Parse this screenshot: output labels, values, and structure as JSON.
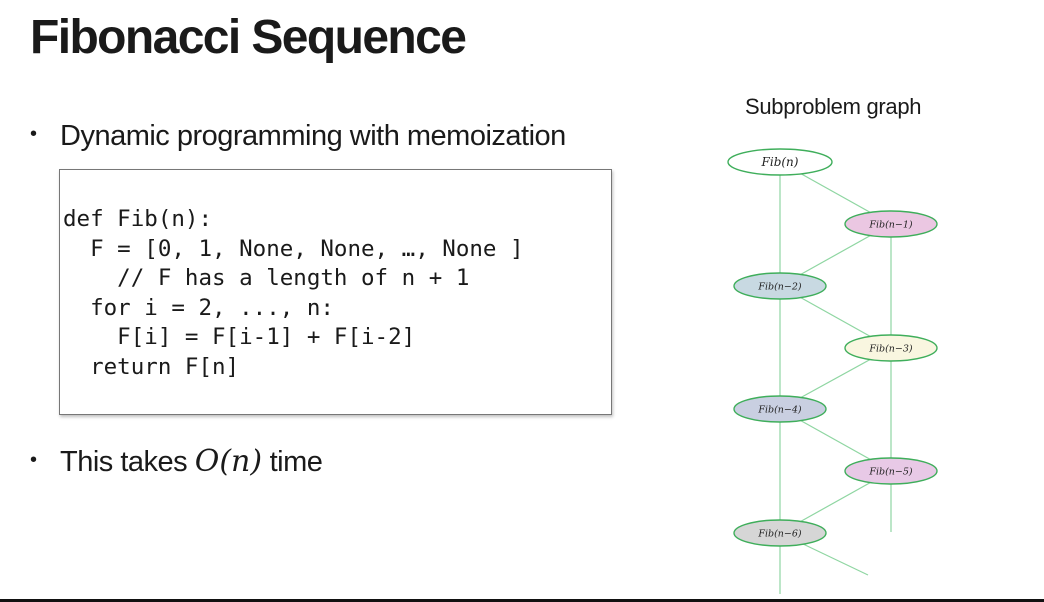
{
  "slide": {
    "title": "Fibonacci Sequence",
    "bullets": [
      {
        "text": "Dynamic programming with memoization"
      },
      {
        "prefix": "This takes ",
        "math": "O(n)",
        "suffix": " time"
      }
    ],
    "bullet_marker": "•"
  },
  "code": {
    "lines": [
      "def Fib(n):",
      "  F = [0, 1, None, None, …, None ]",
      "    // F has a length of n + 1",
      "  for i = 2, ..., n:",
      "    F[i] = F[i-1] + F[i-2]",
      "  return F[n]"
    ]
  },
  "graph": {
    "title": "Subproblem graph",
    "edge_color": "#8fd6a2",
    "nodes": [
      {
        "id": "n0",
        "label": "Fib(n)",
        "fill": "#ffffff"
      },
      {
        "id": "n1",
        "label": "Fib(n−1)",
        "fill": "#ebc7e2"
      },
      {
        "id": "n2",
        "label": "Fib(n−2)",
        "fill": "#c8d9e2"
      },
      {
        "id": "n3",
        "label": "Fib(n−3)",
        "fill": "#f9f6e0"
      },
      {
        "id": "n4",
        "label": "Fib(n−4)",
        "fill": "#c9cfe1"
      },
      {
        "id": "n5",
        "label": "Fib(n−5)",
        "fill": "#e8c9e6"
      },
      {
        "id": "n6",
        "label": "Fib(n−6)",
        "fill": "#d6d6d6"
      }
    ],
    "edges": [
      [
        "n0",
        "n2"
      ],
      [
        "n0",
        "n1"
      ],
      [
        "n1",
        "n2"
      ],
      [
        "n1",
        "n3"
      ],
      [
        "n2",
        "n4"
      ],
      [
        "n2",
        "n3"
      ],
      [
        "n3",
        "n4"
      ],
      [
        "n3",
        "n5"
      ],
      [
        "n4",
        "n6"
      ],
      [
        "n4",
        "n5"
      ],
      [
        "n5",
        "n6"
      ]
    ]
  }
}
